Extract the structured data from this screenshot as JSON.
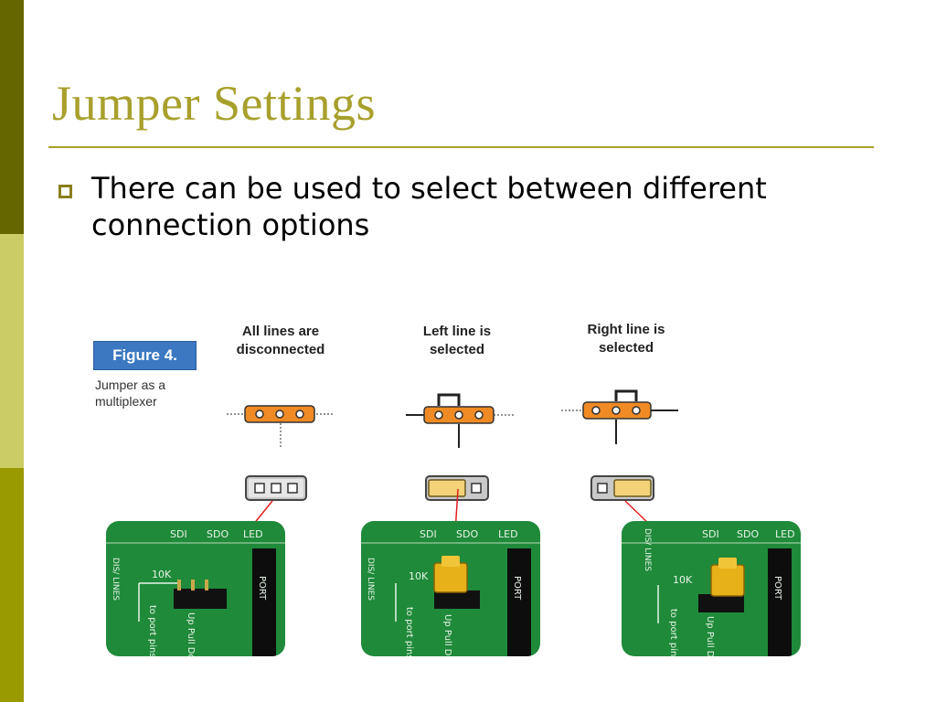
{
  "slide": {
    "title": "Jumper Settings",
    "bullets": [
      "There can be used to select between different connection options"
    ]
  },
  "figure": {
    "label": "Figure 4.",
    "caption": "Jumper as a multiplexer",
    "states": [
      {
        "caption": "All lines are disconnected"
      },
      {
        "caption": "Left line is selected"
      },
      {
        "caption": "Right line is selected"
      }
    ],
    "board_labels": {
      "sdi": "SDI",
      "sdo": "SDO",
      "led": "LED",
      "lines": "DIS/ LINES",
      "resistor": "10K",
      "pins": "to port pins",
      "pull": "Up Pull Down",
      "port": "PORT"
    },
    "colors": {
      "accent": "#a8a02c",
      "jumper": "#f08a24",
      "pcb": "#1f8a3a",
      "figure_label": "#3b78c1"
    }
  }
}
